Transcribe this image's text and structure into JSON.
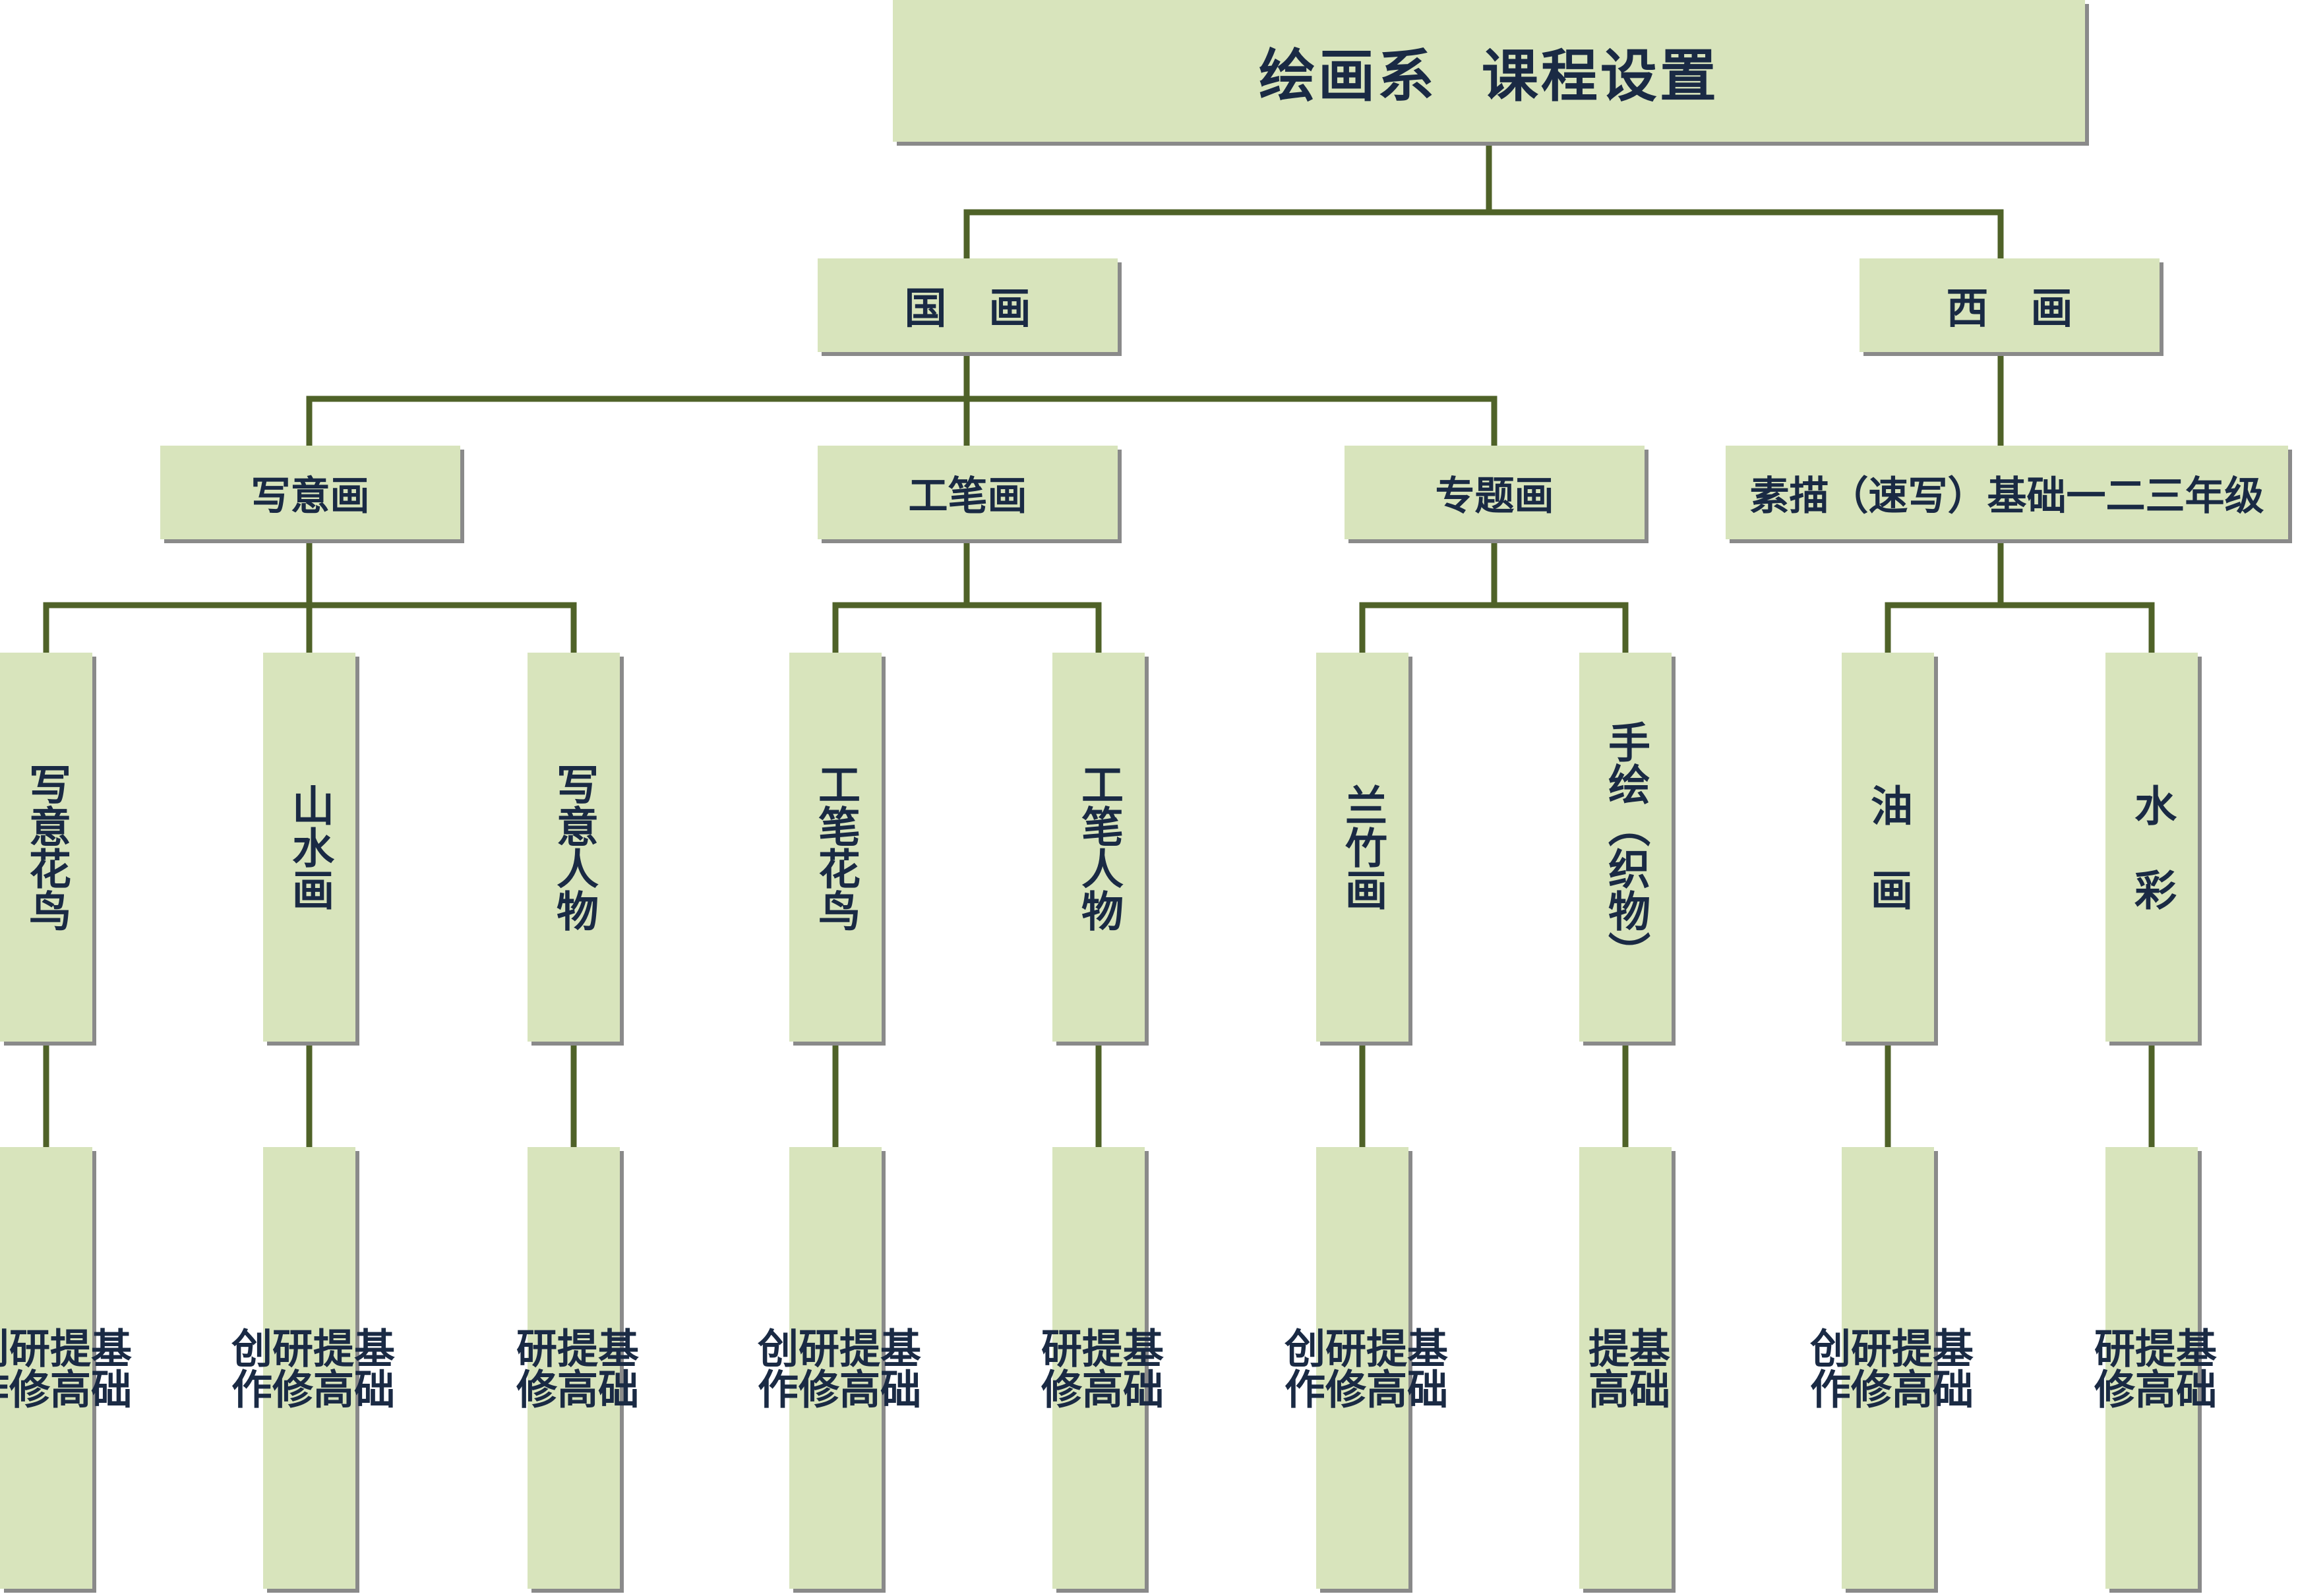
{
  "title": "绘画系  课程设置",
  "level1": [
    {
      "id": "guohua",
      "label": "国　画"
    },
    {
      "id": "xihua",
      "label": "西　画"
    }
  ],
  "level2": [
    {
      "id": "xieyihua",
      "label": "写意画"
    },
    {
      "id": "gongbihua",
      "label": "工笔画"
    },
    {
      "id": "zhuantihua",
      "label": "专题画"
    },
    {
      "id": "sumiao",
      "label": "素描（速写）基础一二三年级"
    }
  ],
  "courses": [
    {
      "label": "写意花鸟",
      "levels": "基础\n提高\n研修\n创作"
    },
    {
      "label": "山水画",
      "levels": "基础\n提高\n研修\n创作"
    },
    {
      "label": "写意人物",
      "levels": "基础\n提高\n研修"
    },
    {
      "label": "工笔花鸟",
      "levels": "基础\n提高\n研修\n创作"
    },
    {
      "label": "工笔人物",
      "levels": "基础\n提高\n研修"
    },
    {
      "label": "兰竹画",
      "levels": "基础\n提高\n研修\n创作"
    },
    {
      "label": "手绘（织物）",
      "levels": "基础\n提高"
    },
    {
      "label": "油　画",
      "levels": "基础\n提高\n研修\n创作"
    },
    {
      "label": "水　彩",
      "levels": "基础\n提高\n研修"
    }
  ],
  "colors": {
    "box_fill": "#d8e4bc",
    "connector": "#4f6228",
    "text": "#1a2a44",
    "shadow": "#8a8a8a"
  }
}
